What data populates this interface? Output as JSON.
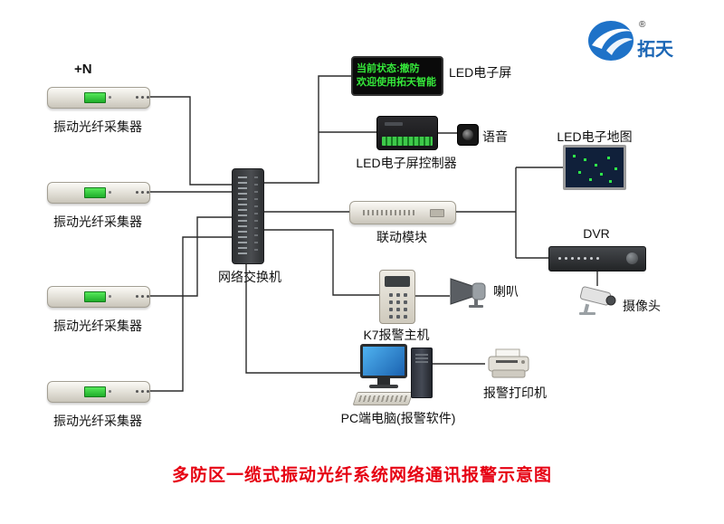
{
  "colors": {
    "led_text": "#35e83a",
    "title": "#e60012",
    "logo_blue": "#1e72c8"
  },
  "logo": {
    "brand": "拓天",
    "registered": "®"
  },
  "diagram": {
    "plus_n": "+N",
    "collectors": [
      {
        "label": "振动光纤采集器"
      },
      {
        "label": "振动光纤采集器"
      },
      {
        "label": "振动光纤采集器"
      },
      {
        "label": "振动光纤采集器"
      }
    ],
    "switch_label": "网络交换机",
    "led_screen": {
      "label": "LED电子屏",
      "line1": "当前状态:撤防",
      "line2": "欢迎使用拓天智能"
    },
    "led_controller_label": "LED电子屏控制器",
    "voice_label": "语音",
    "linkage_label": "联动模块",
    "led_map_label": "LED电子地图",
    "dvr_label": "DVR",
    "camera_label": "摄像头",
    "k7_label": "K7报警主机",
    "horn_label": "喇叭",
    "pc_label": "PC端电脑(报警软件)",
    "printer_label": "报警打印机"
  },
  "title": "多防区一缆式振动光纤系统网络通讯报警示意图"
}
